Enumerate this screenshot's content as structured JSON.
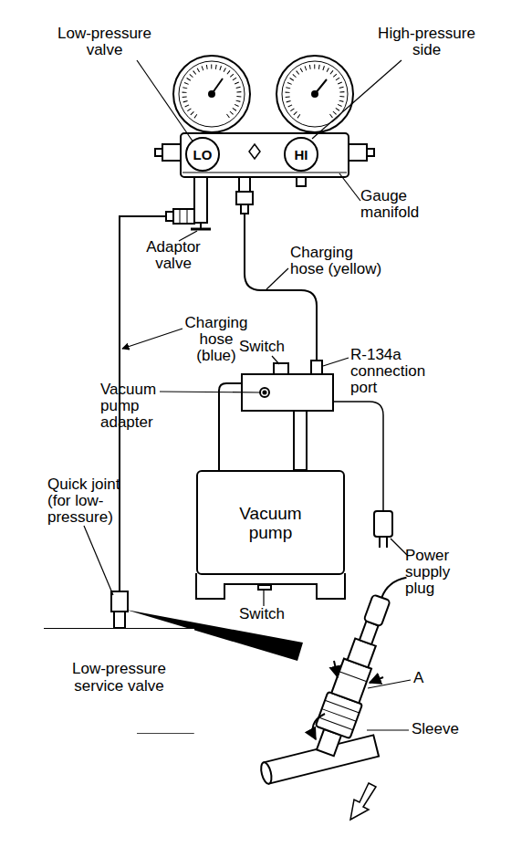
{
  "diagram": {
    "nodes": [
      {
        "text": [
          "LO"
        ]
      },
      {
        "text": [
          "HI"
        ]
      },
      {
        "text": [
          "Vacuum pump"
        ]
      },
      {
        "text": [
          "Low-pressure service valve"
        ]
      }
    ],
    "edges": [
      {
        "from": 0,
        "to": 3,
        "arrow": "none"
      }
    ],
    "labels": [
      "Low-pressure valve",
      "High-pressure side",
      "Gauge manifold",
      "Adaptor valve",
      "Charging hose (yellow)",
      "Charging hose (blue)",
      "Switch",
      "R-134a connection port",
      "Vacuum pump adapter",
      "Power supply plug",
      "Switch",
      "Quick joint (for low-pressure)",
      "A",
      "Sleeve"
    ]
  }
}
